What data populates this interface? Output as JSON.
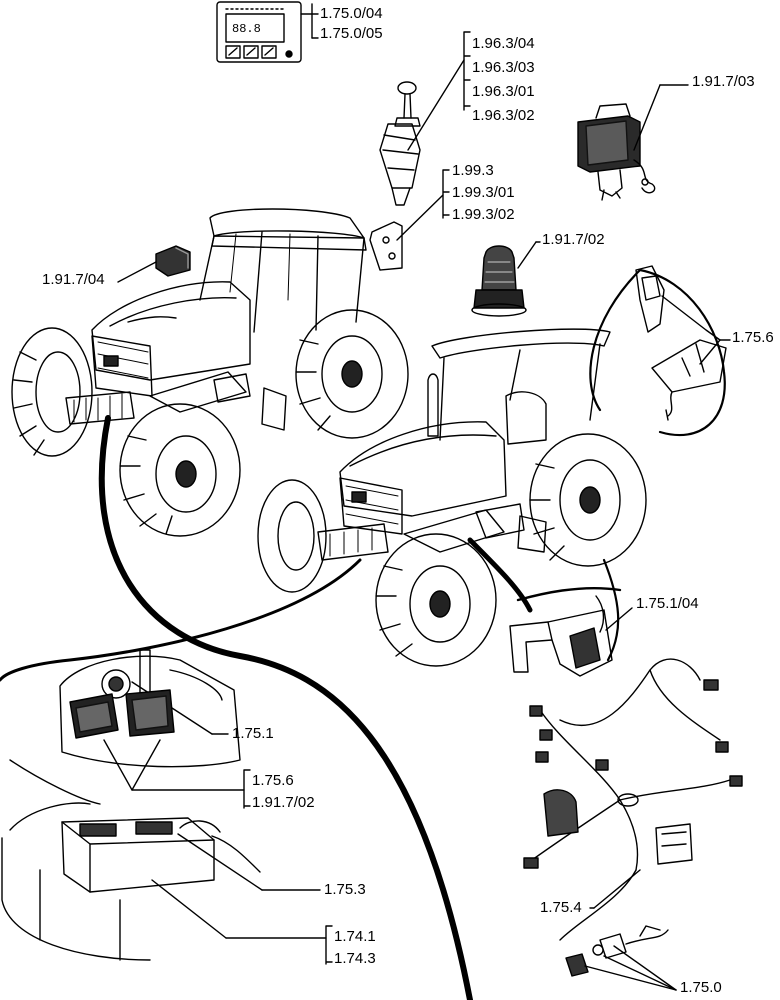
{
  "callouts": {
    "display_panel": [
      "1.75.0/04",
      "1.75.0/05"
    ],
    "control_lever": [
      "1.96.3/04",
      "1.96.3/03",
      "1.96.3/01",
      "1.96.3/02"
    ],
    "work_lamp": "1.91.7/03",
    "bracket": [
      "1.99.3",
      "1.99.3/01",
      "1.99.3/02"
    ],
    "side_lamp": "1.91.7/04",
    "beacon": "1.91.7/02",
    "plate_bracket": "1.75.6",
    "relay_bracket": "1.75.1/04",
    "horn": "1.75.1",
    "headlamps": [
      "1.75.6",
      "1.91.7/02"
    ],
    "battery_clamp": "1.75.3",
    "battery": [
      "1.74.1",
      "1.74.3"
    ],
    "harness": "1.75.4",
    "sensor": "1.75.0"
  },
  "display": {
    "readout": "88.8"
  }
}
